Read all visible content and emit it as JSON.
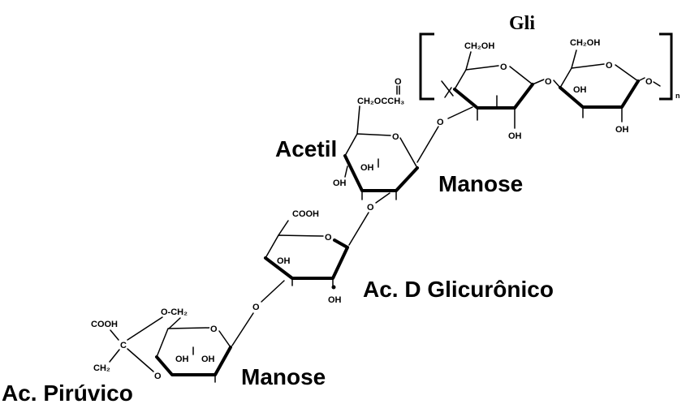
{
  "labels": {
    "glucose": "Gli",
    "acetyl": "Acetil",
    "mannose_top": "Manose",
    "glucuronic_acid": "Ac. D Glicurônico",
    "mannose_bottom": "Manose",
    "pyruvic_acid": "Ac. Pirúvico"
  },
  "glucose_unit_1": {
    "ch2oh": "CH₂OH",
    "ring_o": "O",
    "oh": "OH"
  },
  "glycosidic_o_glc": "O",
  "glucose_unit_2": {
    "ch2oh": "CH₂OH",
    "ring_o": "O",
    "oh_inner": "OH",
    "oh": "OH",
    "chain_o": "O"
  },
  "repeat_subscript": "n",
  "mannose_acetyl_unit": {
    "acetyl_group": "CH₂OCCH₃",
    "carbonyl_o": "O",
    "ring_o": "O",
    "oh_inner": "OH",
    "oh": "OH"
  },
  "links": {
    "glc_to_man": "O",
    "man_to_glca": "O",
    "glca_to_man": "O"
  },
  "glucuronic_unit": {
    "cooh": "COOH",
    "ring_o": "O",
    "oh_inner": "OH",
    "oh": "OH"
  },
  "mannose_pyruvate_unit": {
    "o_ch2": "O-CH₂",
    "ring_o": "O",
    "oh_1": "OH",
    "oh_2": "OH",
    "o": "O"
  },
  "pyruvate": {
    "cooh": "COOH",
    "c": "C",
    "ch2": "CH₂"
  }
}
